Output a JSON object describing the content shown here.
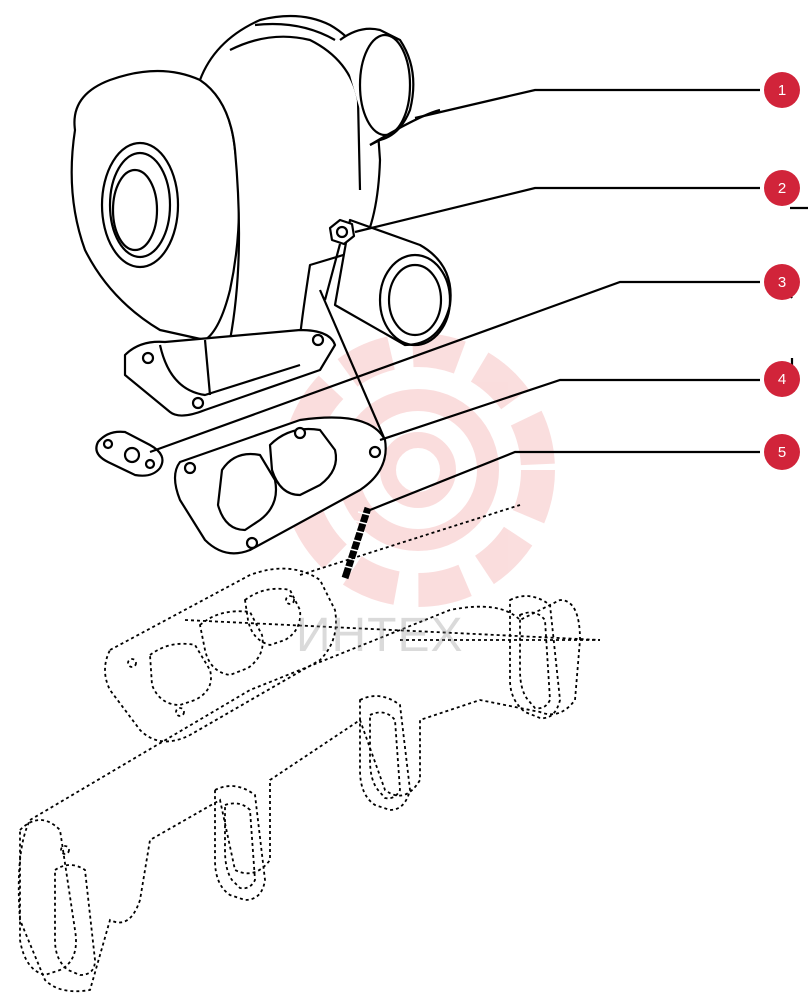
{
  "diagram": {
    "callouts": [
      {
        "label": "1"
      },
      {
        "label": "2"
      },
      {
        "label": "3"
      },
      {
        "label": "4"
      },
      {
        "label": "5"
      }
    ],
    "watermark": {
      "text": "ИНТЕХ"
    },
    "colors": {
      "callout": "#d1243a",
      "line": "#000000",
      "watermark": "#f2a0a0"
    }
  }
}
